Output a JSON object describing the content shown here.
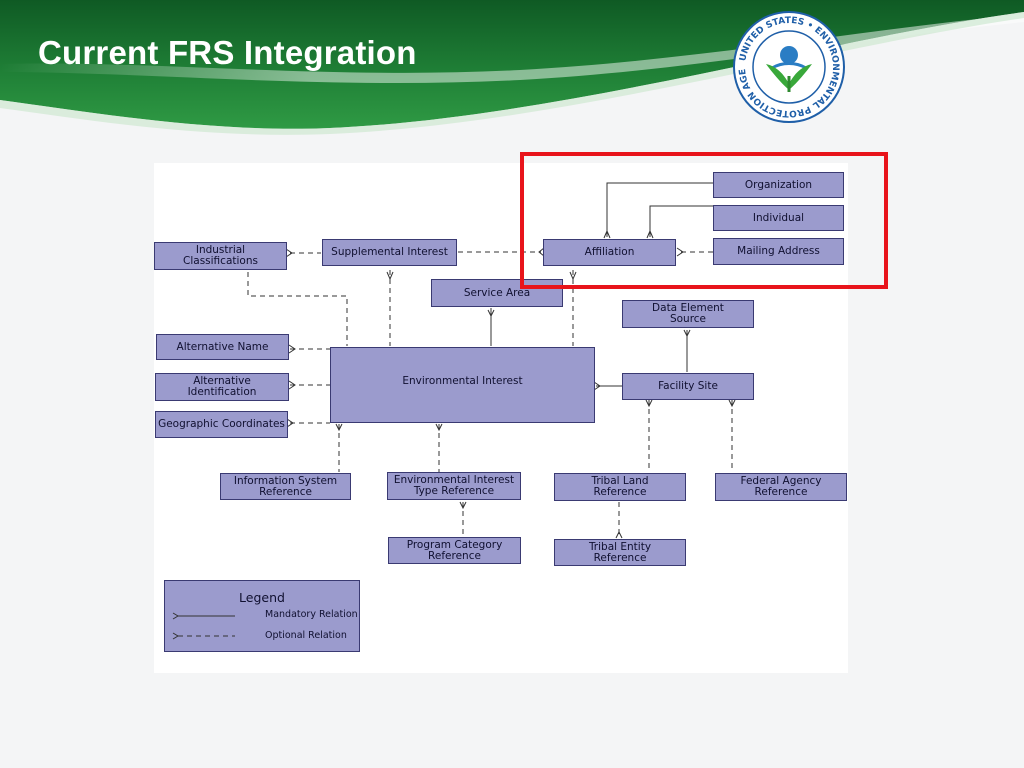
{
  "slide": {
    "title": "Current FRS Integration"
  },
  "seal": {
    "text": "UNITED STATES • ENVIRONMENTAL PROTECTION AGENCY •"
  },
  "diagram": {
    "entities": {
      "organization": "Organization",
      "individual": "Individual",
      "mailing_address": "Mailing Address",
      "industrial_classifications": "Industrial\nClassifications",
      "supplemental_interest": "Supplemental Interest",
      "affiliation": "Affiliation",
      "service_area": "Service Area",
      "data_element_source": "Data Element\nSource",
      "alternative_name": "Alternative Name",
      "environmental_interest": "Environmental Interest",
      "alternative_identification": "Alternative\nIdentification",
      "facility_site": "Facility Site",
      "geographic_coordinates": "Geographic Coordinates",
      "information_system_reference": "Information System\nReference",
      "ei_type_reference": "Environmental Interest\nType Reference",
      "tribal_land_reference": "Tribal Land\nReference",
      "federal_agency_reference": "Federal Agency\nReference",
      "program_category_reference": "Program Category\nReference",
      "tribal_entity_reference": "Tribal Entity\nReference"
    },
    "legend": {
      "title": "Legend",
      "mandatory": "Mandatory Relation",
      "optional": "Optional Relation"
    }
  },
  "colors": {
    "header_green": "#1f7a34",
    "entity_fill": "#9b9bcd",
    "entity_border": "#3a3a72",
    "highlight_red": "#e8141b"
  }
}
